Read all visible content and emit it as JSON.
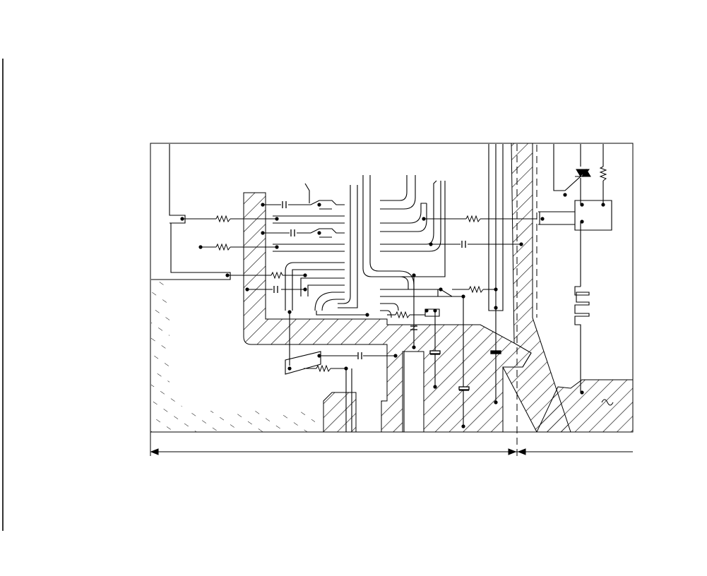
{
  "diagram": {
    "kind": "pcb-layout-circuit-schematic",
    "colors": {
      "ink": "#000000",
      "paper": "#ffffff"
    },
    "symbols": {
      "resistors": 9,
      "capacitors": 6,
      "diodes": 1,
      "inductors": 1,
      "ac-source": 1
    },
    "regions": [
      "left-hatched-ground",
      "center-board",
      "right-hatched-ground"
    ],
    "text": []
  }
}
